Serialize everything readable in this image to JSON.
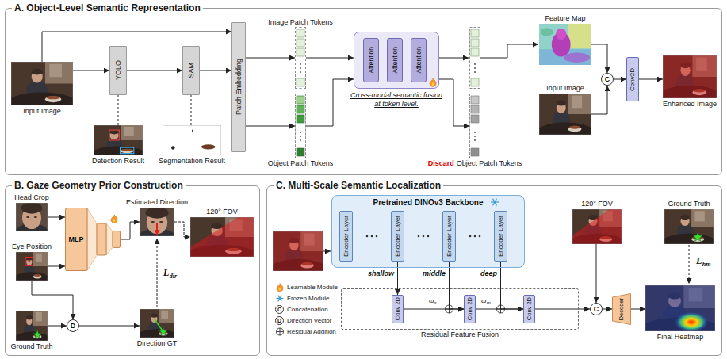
{
  "diagram": {
    "nodes": [
      {
        "text": [
          "A. Object-Level Semantic Representation"
        ]
      },
      {
        "text": [
          "Input Image"
        ],
        "in": 0
      },
      {
        "text": [
          "YOLO"
        ],
        "in": 0
      },
      {
        "text": [
          "Detection Result"
        ],
        "in": 0
      },
      {
        "text": [
          "SAM"
        ],
        "in": 0
      },
      {
        "text": [
          "Segmentation Result"
        ],
        "in": 0
      },
      {
        "text": [
          "Patch Embedding"
        ],
        "in": 0
      },
      {
        "text": [
          "Image Patch Tokens"
        ],
        "in": 0
      },
      {
        "text": [
          "Object Patch Tokens"
        ],
        "in": 0
      },
      {
        "text": [
          "Cross-modal semantic fusion at token level."
        ],
        "in": 0
      },
      {
        "text": [
          "Attention"
        ],
        "in": 9
      },
      {
        "text": [
          "Attention"
        ],
        "in": 9
      },
      {
        "text": [
          "Attention"
        ],
        "in": 9
      },
      {
        "text": [
          "Discard",
          "Object Patch Tokens"
        ],
        "in": 0
      },
      {
        "text": [
          "Feature Map"
        ],
        "in": 0
      },
      {
        "text": [
          "Input Image"
        ],
        "in": 0
      },
      {
        "text": [
          "C"
        ],
        "in": 0
      },
      {
        "text": [
          "Conv2D"
        ],
        "in": 0
      },
      {
        "text": [
          "Enhanced Image"
        ],
        "in": 0
      },
      {
        "text": [
          "B. Gaze Geometry Prior Construction"
        ]
      },
      {
        "text": [
          "Head Crop"
        ],
        "in": 19
      },
      {
        "text": [
          "Eye Position"
        ],
        "in": 19
      },
      {
        "text": [
          "MLP"
        ],
        "in": 19
      },
      {
        "text": [
          "Estimated Direction"
        ],
        "in": 19
      },
      {
        "text": [
          "120° FOV"
        ],
        "in": 19
      },
      {
        "text": [
          "Ground Truth"
        ],
        "in": 19
      },
      {
        "text": [
          "D"
        ],
        "in": 19
      },
      {
        "text": [
          "Direction GT"
        ],
        "in": 19
      },
      {
        "text": [
          "C. Multi-Scale Semantic Localization"
        ]
      },
      {
        "text": [
          "Pretrained DINOv3 Backbone"
        ],
        "in": 28
      },
      {
        "text": [
          "Encoder Layer"
        ],
        "in": 29
      },
      {
        "text": [
          "Encoder Layer"
        ],
        "in": 29
      },
      {
        "text": [
          "Encoder Layer"
        ],
        "in": 29
      },
      {
        "text": [
          "Encoder Layer"
        ],
        "in": 29
      },
      {
        "text": [
          "120° FOV"
        ],
        "in": 28
      },
      {
        "text": [
          "Ground Truth"
        ],
        "in": 28
      },
      {
        "text": [
          "Residual Feature Fusion"
        ],
        "in": 28
      },
      {
        "text": [
          "Conv 2D"
        ],
        "in": 36
      },
      {
        "text": [
          "Conv 2D"
        ],
        "in": 36
      },
      {
        "text": [
          "Conv 2D"
        ],
        "in": 36
      },
      {
        "text": [
          "C"
        ],
        "in": 28
      },
      {
        "text": [
          "Decoder"
        ],
        "in": 28
      },
      {
        "text": [
          "Final Heatmap"
        ],
        "in": 28
      }
    ],
    "edges": [
      {
        "from": 1,
        "to": 2,
        "arrow": "to"
      },
      {
        "from": 2,
        "to": 3,
        "arrow": "none"
      },
      {
        "from": 2,
        "to": 4,
        "arrow": "to"
      },
      {
        "from": 4,
        "to": 5,
        "arrow": "none"
      },
      {
        "from": 4,
        "to": 6,
        "arrow": "to"
      },
      {
        "from": 1,
        "to": 6,
        "arrow": "to"
      },
      {
        "from": 6,
        "to": 7,
        "arrow": "to"
      },
      {
        "from": 6,
        "to": 8,
        "arrow": "to"
      },
      {
        "from": 7,
        "to": 9,
        "arrow": "to"
      },
      {
        "from": 8,
        "to": 9,
        "arrow": "to"
      },
      {
        "from": 9,
        "to": 13,
        "arrow": "to"
      },
      {
        "from": 14,
        "to": 16,
        "arrow": "to"
      },
      {
        "from": 15,
        "to": 16,
        "arrow": "to"
      },
      {
        "from": 16,
        "to": 17,
        "arrow": "to"
      },
      {
        "from": 17,
        "to": 18,
        "arrow": "to"
      },
      {
        "from": 20,
        "to": 22,
        "arrow": "to"
      },
      {
        "from": 21,
        "to": 22,
        "arrow": "to"
      },
      {
        "from": 22,
        "to": 23,
        "arrow": "to"
      },
      {
        "from": 23,
        "to": 24,
        "arrow": "to"
      },
      {
        "from": 21,
        "to": 26,
        "arrow": "to"
      },
      {
        "from": 25,
        "to": 26,
        "arrow": "to"
      },
      {
        "from": 26,
        "to": 27,
        "arrow": "to"
      },
      {
        "from": 31,
        "to": 37,
        "arrow": "to"
      },
      {
        "from": 37,
        "to": 38,
        "arrow": "to"
      },
      {
        "from": 32,
        "to": 38,
        "arrow": "to"
      },
      {
        "from": 38,
        "to": 39,
        "arrow": "to"
      },
      {
        "from": 33,
        "to": 39,
        "arrow": "to"
      },
      {
        "from": 39,
        "to": 40,
        "arrow": "to"
      },
      {
        "from": 34,
        "to": 40,
        "arrow": "to"
      },
      {
        "from": 40,
        "to": 41,
        "arrow": "to"
      },
      {
        "from": 41,
        "to": 42,
        "arrow": "to"
      }
    ],
    "labels": [
      "L",
      "dir",
      "shallow",
      "middle",
      "deep",
      "ω",
      "s",
      "ω",
      "m",
      "L",
      "hm",
      "C",
      "D"
    ],
    "legend": [
      {
        "text": "Learnable Module"
      },
      {
        "text": "Frozen Module"
      },
      {
        "text": "Concatenation"
      },
      {
        "text": "Direction Vector"
      },
      {
        "text": "Residual Addition"
      }
    ]
  }
}
